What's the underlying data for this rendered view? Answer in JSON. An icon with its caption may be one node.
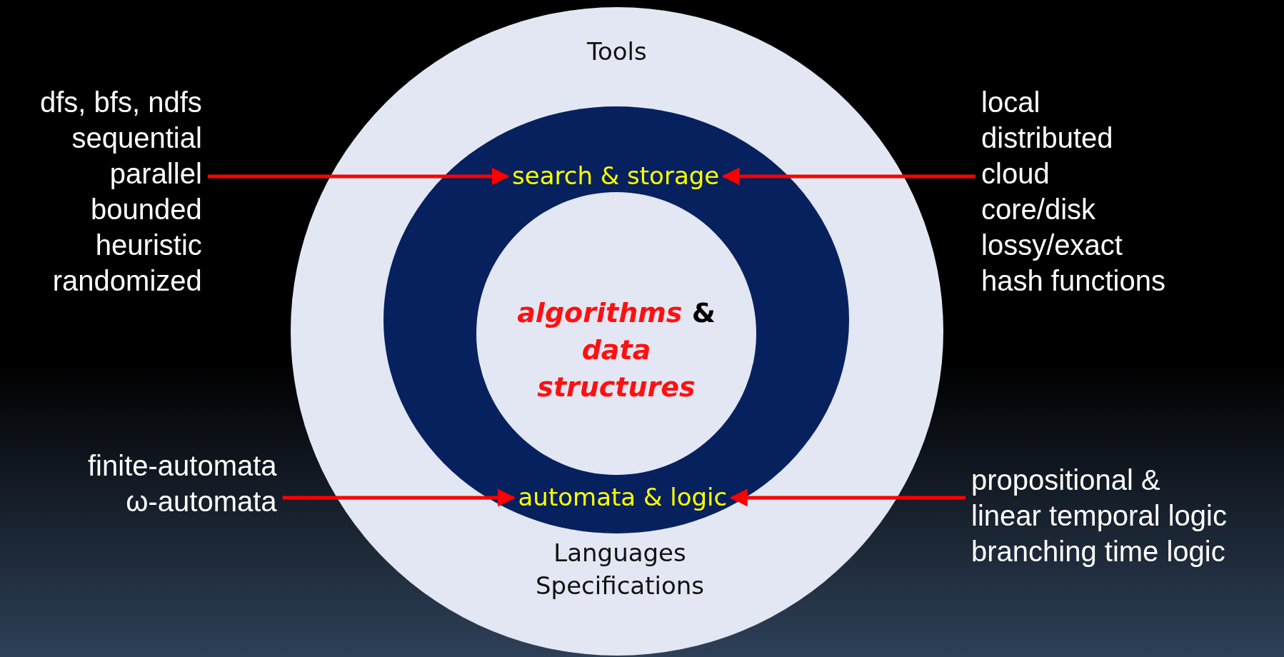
{
  "diagram": {
    "nodes": [
      {
        "text": [
          "Tools",
          "Languages Specifications"
        ]
      },
      {
        "text": [],
        "shape": "circle",
        "in": 0
      },
      {
        "text": [
          "*algorithms* & *data structures*"
        ],
        "in": 1
      },
      {
        "text": [
          "search & storage"
        ],
        "in": 1
      },
      {
        "text": [
          "automata & logic"
        ],
        "in": 1
      },
      {
        "text": [
          "dfs, bfs, ndfs sequential parallel bounded heuristic randomized"
        ]
      },
      {
        "text": [
          "local distributed cloud core/disk lossy/exact hash functions"
        ]
      },
      {
        "text": [
          "finite-automata ω-automata"
        ]
      },
      {
        "text": [
          "propositional & linear temporal logic branching time logic"
        ]
      }
    ],
    "edges": [
      {
        "from": 5,
        "to": 3,
        "arrow": "to"
      },
      {
        "from": 6,
        "to": 3,
        "arrow": "to"
      },
      {
        "from": 7,
        "to": 4,
        "arrow": "to"
      },
      {
        "from": 8,
        "to": 4,
        "arrow": "to"
      }
    ]
  }
}
